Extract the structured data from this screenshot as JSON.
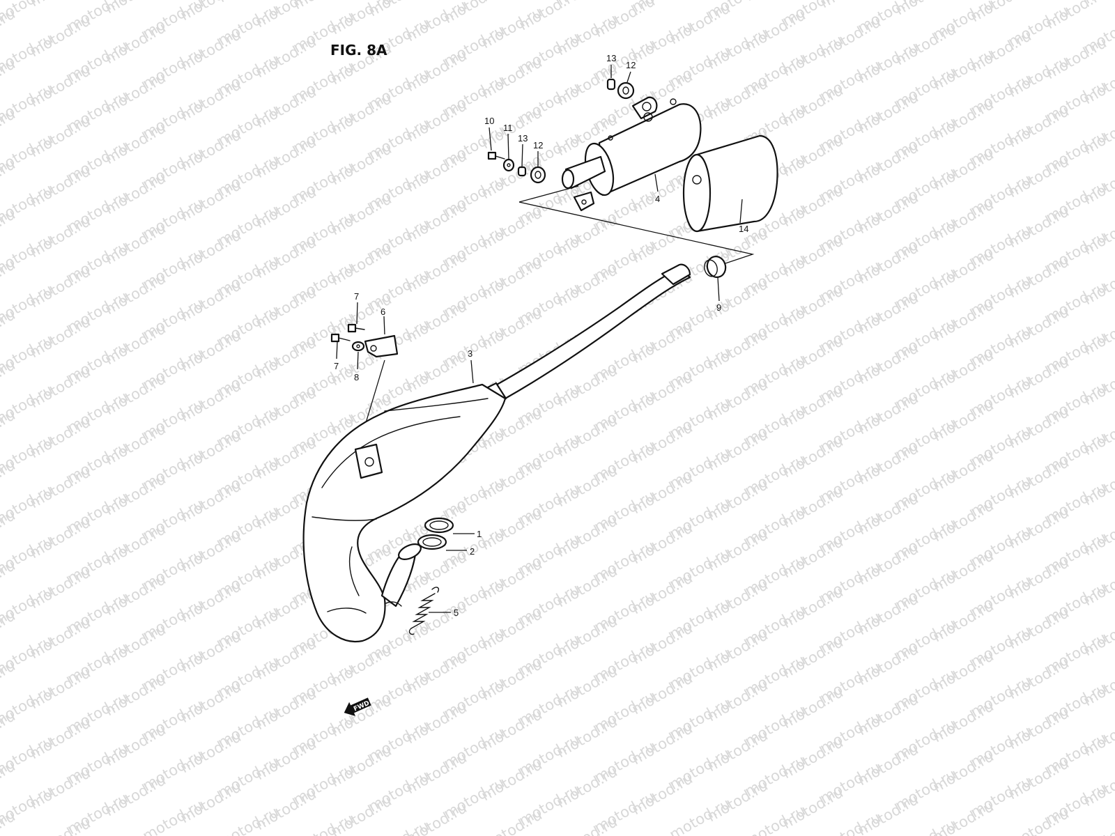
{
  "figure": {
    "title": "FIG. 8A"
  },
  "watermark": {
    "text": "motod.ru"
  },
  "direction_marker": {
    "label": "FWD"
  },
  "callouts": {
    "c1": "1",
    "c2": "2",
    "c3": "3",
    "c4": "4",
    "c5": "5",
    "c6": "6",
    "c7a": "7",
    "c7b": "7",
    "c8": "8",
    "c9": "9",
    "c10": "10",
    "c11": "11",
    "c12a": "12",
    "c12b": "12",
    "c13a": "13",
    "c13b": "13",
    "c14": "14"
  },
  "colors": {
    "line": "#111111",
    "watermark": "#d8d8d8",
    "background": "#ffffff"
  },
  "icons": {
    "direction": "fwd-arrow-icon"
  }
}
